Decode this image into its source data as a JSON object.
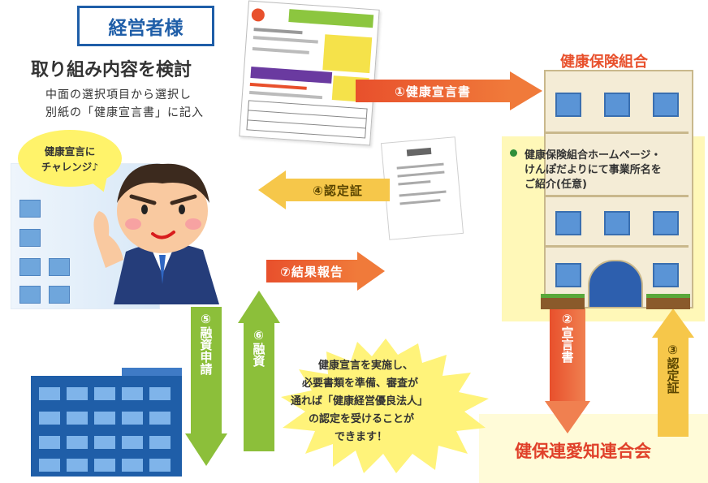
{
  "left": {
    "title": "経営者様",
    "heading": "取り組み内容を検討",
    "instruction_line1": "中面の選択項目から選択し",
    "instruction_line2": "別紙の「健康宣言書」に記入",
    "bubble_line1": "健康宣言に",
    "bubble_line2": "チャレンジ♪"
  },
  "arrows": {
    "declaration_submit": "①健康宣言書",
    "declaration_forward": "②宣言書",
    "certification_issue": "③認定証",
    "certification_return": "④認定証",
    "loan_application": "⑤融資申請",
    "loan": "⑥融資",
    "result_report": "⑦結果報告"
  },
  "right": {
    "insurer_title": "健康保険組合",
    "insurer_note_line1": "健康保険組合ホームページ・",
    "insurer_note_line2": "けんぽだよりにて事業所名を",
    "insurer_note_line3": "ご紹介(任意)",
    "federation_title": "健保連愛知連合会"
  },
  "note": {
    "line1": "健康宣言を実施し、",
    "line2": "必要書類を準備、審査が",
    "line3": "通れば「健康経営優良法人」",
    "line4": "の認定を受けることが",
    "line5": "できます！"
  },
  "colors": {
    "brand_blue": "#1f5ea8",
    "arrow_red": "#e8502c",
    "arrow_yellow": "#f6c74a",
    "arrow_green": "#8cbf3a",
    "federation_red": "#e0402a"
  }
}
